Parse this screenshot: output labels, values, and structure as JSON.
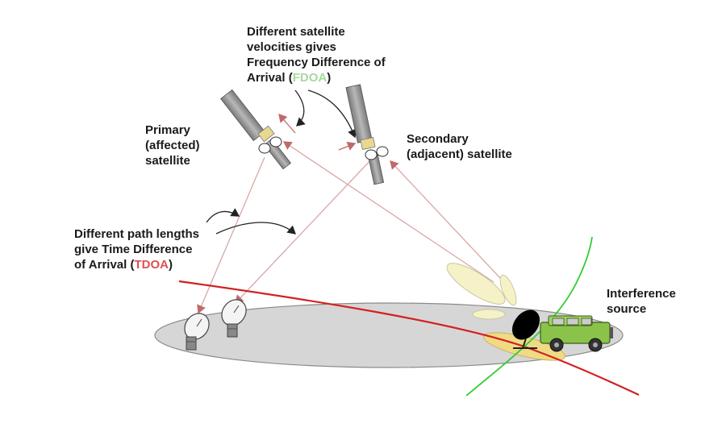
{
  "labels": {
    "fdoa_line1": "Different satellite",
    "fdoa_line2": "velocities gives",
    "fdoa_line3": "Frequency Difference of",
    "fdoa_line4_pre": "Arrival (",
    "fdoa_acronym": "FDOA",
    "fdoa_line4_post": ")",
    "primary_line1": "Primary",
    "primary_line2": "(affected)",
    "primary_line3": "satellite",
    "secondary_line1": "Secondary",
    "secondary_line2": "(adjacent) satellite",
    "tdoa_line1": "Different path lengths",
    "tdoa_line2": "give Time Difference",
    "tdoa_line3_pre": "of Arrival (",
    "tdoa_acronym": "TDOA",
    "tdoa_line3_post": ")",
    "interference_line1": "Interference",
    "interference_line2": "source"
  },
  "colors": {
    "tdoa_curve": "#d42020",
    "fdoa_curve": "#33cc33",
    "fdoa_text": "#a8d8a0",
    "tdoa_text": "#e05050",
    "signal_path": "#d8a8a8",
    "ground_ellipse": "#d3d3d3",
    "beam": "#f5f0c0",
    "vehicle": "#8bc34a",
    "solar_panel": "#909090"
  },
  "icons": {
    "primary_satellite": "satellite-icon",
    "secondary_satellite": "satellite-icon",
    "ground_dish_1": "ground-station-dish-icon",
    "ground_dish_2": "ground-station-dish-icon",
    "interference_dish": "interference-dish-icon",
    "vehicle": "jeep-icon"
  }
}
